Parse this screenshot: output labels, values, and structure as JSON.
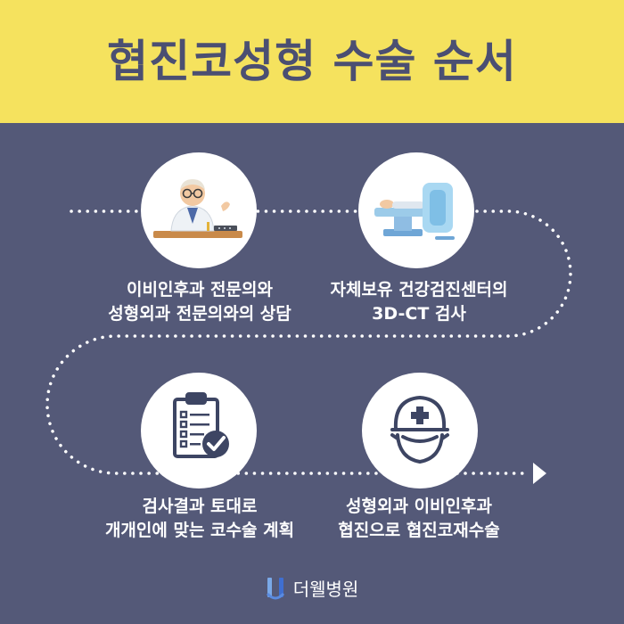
{
  "header": {
    "title": "협진코성형 수술 순서"
  },
  "steps": [
    {
      "icon": "doctor-consultation-icon",
      "line1": "이비인후과 전문의와",
      "line2": "성형외과 전문의와의 상담"
    },
    {
      "icon": "ct-scanner-icon",
      "line1": "자체보유 건강검진센터의",
      "line2": "3D-CT 검사"
    },
    {
      "icon": "clipboard-checklist-icon",
      "line1": "검사결과 토대로",
      "line2": "개개인에  맞는 코수술 계획"
    },
    {
      "icon": "surgeon-icon",
      "line1": "성형외과 이비인후과",
      "line2": "협진으로 협진코재수술"
    }
  ],
  "brand": {
    "name": "더웰병원",
    "icon": "hospital-logo-icon"
  },
  "colors": {
    "background": "#545978",
    "header": "#f5e25e",
    "title": "#4b4f72",
    "text": "#ffffff",
    "icon_dark": "#3d4563"
  }
}
